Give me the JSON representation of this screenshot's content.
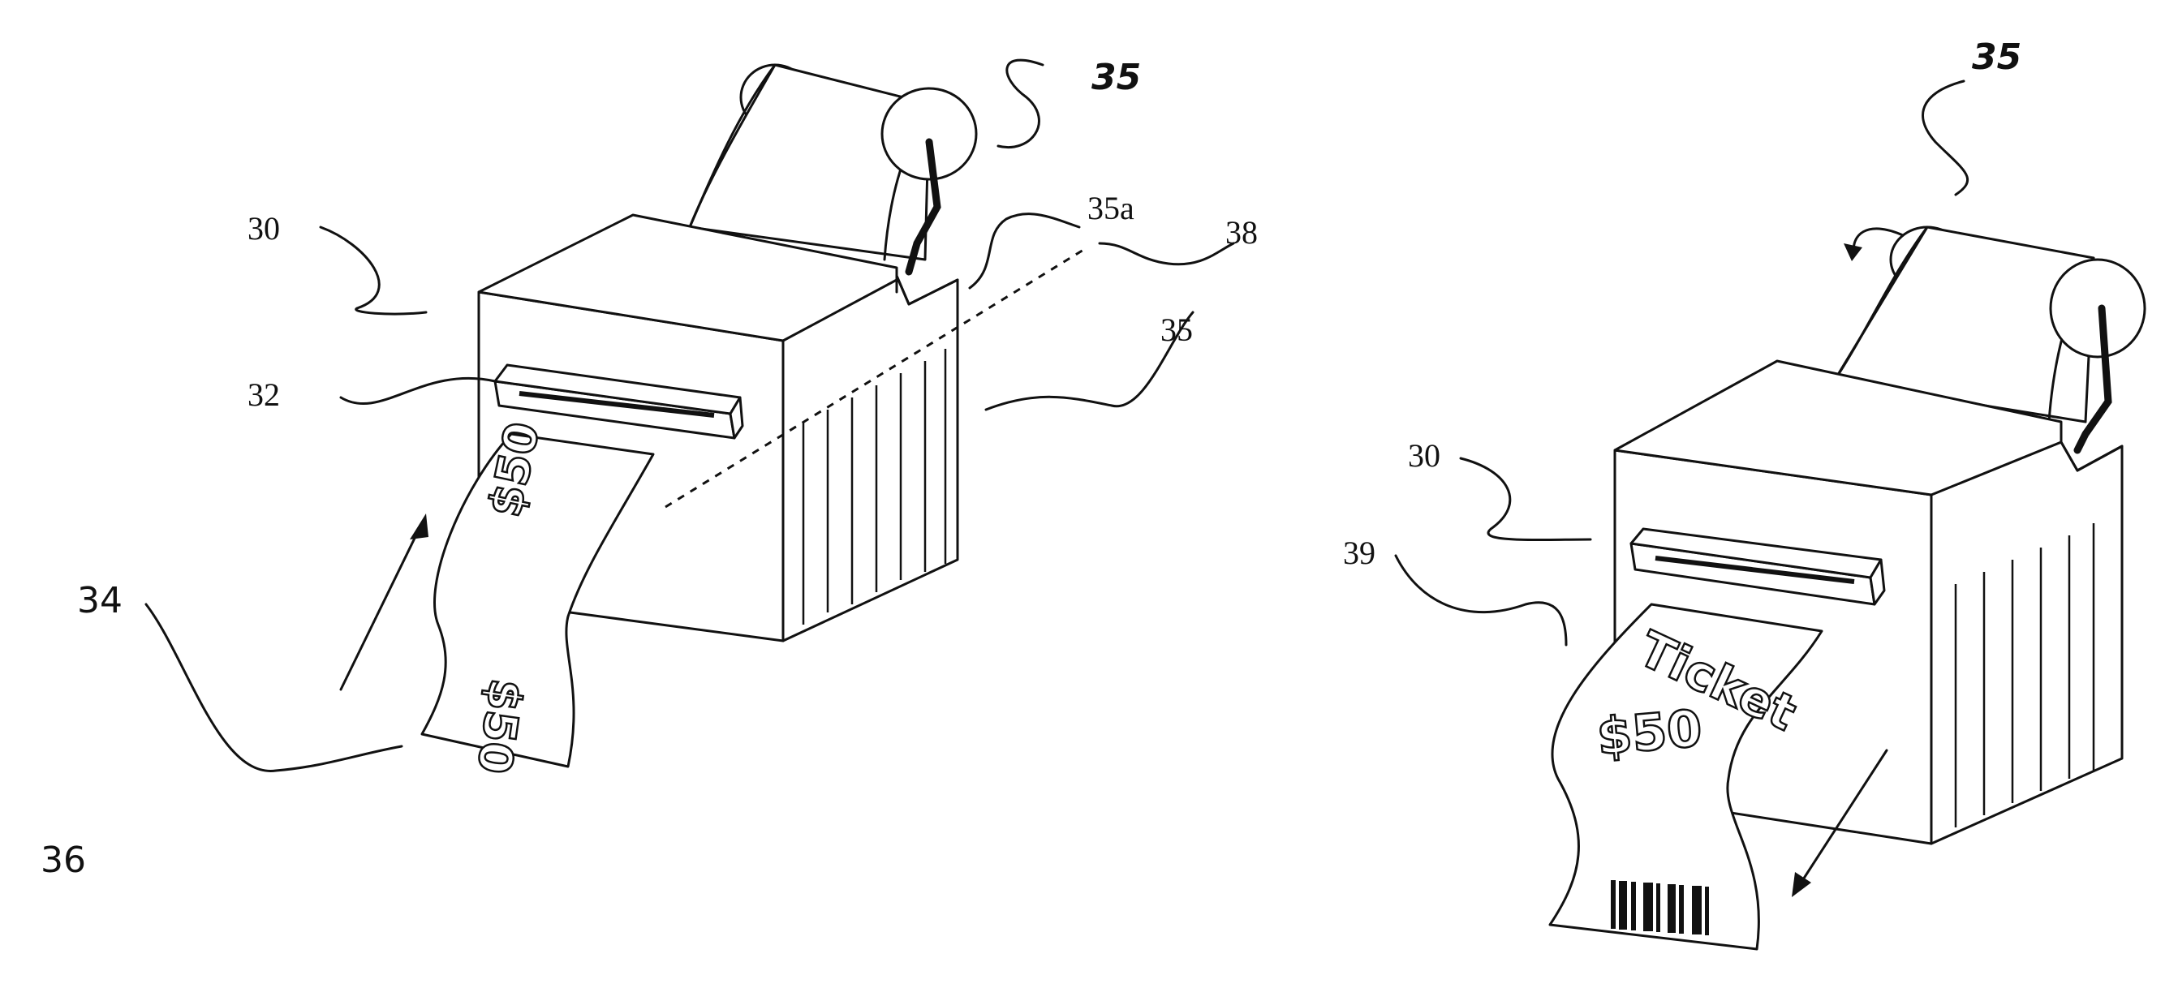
{
  "figure": {
    "left": {
      "refs": {
        "r30": "30",
        "r32": "32",
        "r34": "34",
        "r35_top": "35",
        "r35a": "35a",
        "r38": "38",
        "r35_side": "35",
        "r36": "36"
      },
      "paper": {
        "top_amount": "$50",
        "bottom_amount": "$50"
      }
    },
    "right": {
      "refs": {
        "r35_top": "35",
        "r30": "30",
        "r39": "39"
      },
      "ticket": {
        "title": "Ticket",
        "amount": "$50"
      }
    }
  }
}
